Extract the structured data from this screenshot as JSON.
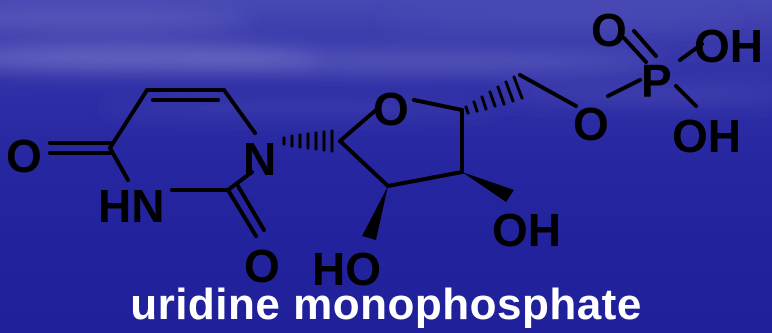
{
  "molecule": {
    "caption": "uridine monophosphate",
    "atoms": {
      "o_uracil_c4": "O",
      "nh_uracil": "HN",
      "o_uracil_c2": "O",
      "n_uracil": "N",
      "o_ring": "O",
      "ho_sugar": "HO",
      "oh_sugar": "OH",
      "o_ester": "O",
      "p": "P",
      "o_phosphoryl": "O",
      "oh_phosphate_top": "OH",
      "oh_phosphate_bottom": "OH"
    }
  },
  "colors": {
    "background": "#2828a0",
    "molecule": "#000000",
    "caption": "#ffffff"
  }
}
